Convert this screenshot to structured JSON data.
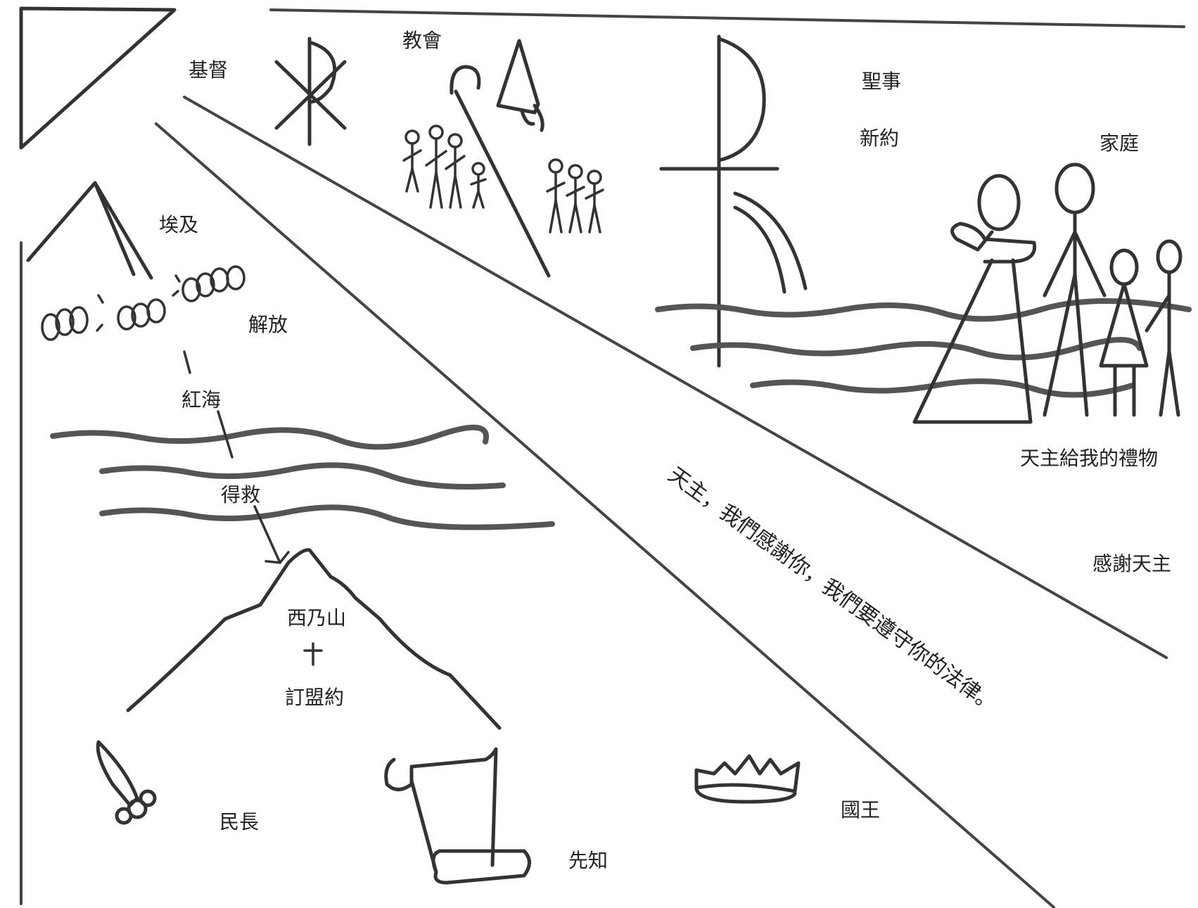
{
  "labels": {
    "christ": "基督",
    "church": "教會",
    "sacraments": "聖事",
    "new_covenant": "新約",
    "family": "家庭",
    "egypt": "埃及",
    "liberation": "解放",
    "red_sea": "紅海",
    "saved": "得救",
    "sinai": "西乃山",
    "covenant": "訂盟約",
    "gift": "天主給我的禮物",
    "thanks_god": "感謝天主",
    "judges": "民長",
    "prophets": "先知",
    "kings": "國王",
    "prayer": "天主，我們感謝你，我們要遵守你的法律。"
  },
  "icons": [
    "chi-rho-icon",
    "bishop-crozier-icon",
    "mitre-icon",
    "people-icon",
    "family-icon",
    "pyramid-icon",
    "chains-icon",
    "mountain-icon",
    "cross-icon",
    "sword-icon",
    "scroll-icon",
    "crown-icon"
  ],
  "colors": {
    "ink": "#333333",
    "background": "#ffffff"
  }
}
